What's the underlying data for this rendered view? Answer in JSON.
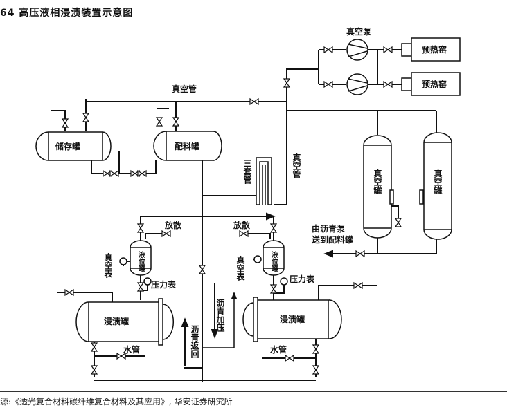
{
  "title": "64 高压液相浸渍装置示意图",
  "source": "源:《透光复合材料碳纤维复合材料及其应用》, 华安证券研究所",
  "labels": {
    "vacuum_pump": "真空泵",
    "preheat_furnace_1": "预热窑",
    "preheat_furnace_2": "预热窑",
    "vacuum_pipe_top": "真空管",
    "storage_tank": "储存罐",
    "mixing_tank": "配料罐",
    "triple_pipe": "三套管",
    "vacuum_pipe_vertical": "真空管",
    "vacuum_tank_1": "真空罐",
    "vacuum_tank_2": "真空罐",
    "pump_to_mixing_line1": "由沥青泵",
    "pump_to_mixing_line2": "送到配料罐",
    "vent_left": "放散",
    "vent_right": "放散",
    "level_tank_left": "液位罐",
    "level_tank_right": "液位罐",
    "vacuum_gauge_left": "真空表",
    "vacuum_gauge_right": "真空表",
    "pressure_gauge_left": "压力表",
    "pressure_gauge_right": "压力表",
    "impregnation_tank_left": "浸渍罐",
    "impregnation_tank_right": "浸渍罐",
    "water_pipe_left": "水管",
    "water_pipe_right": "水管",
    "pitch_return": "沥青返回",
    "pitch_pressurize": "沥青加压"
  }
}
